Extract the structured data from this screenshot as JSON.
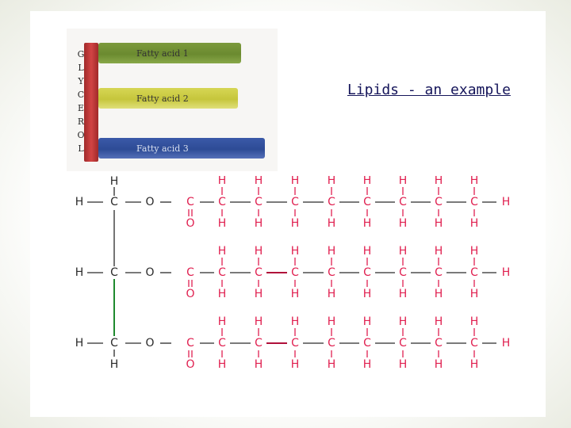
{
  "slide": {
    "title": "Lipids - an example"
  },
  "glycerol_figure": {
    "backbone_letters": [
      "G",
      "L",
      "Y",
      "C",
      "E",
      "R",
      "O",
      "L"
    ],
    "fatty_acid_labels": [
      "Fatty acid 1",
      "Fatty acid 2",
      "Fatty acid 3"
    ],
    "colors": {
      "glycerol": "#c23a3a",
      "fatty_acid_1": "#6f8d34",
      "fatty_acid_2": "#cccc44",
      "fatty_acid_3": "#34519c"
    }
  },
  "structure": {
    "colors": {
      "glycerol_atoms": "#2a2a2a",
      "fatty_acid_atoms": "#e02050",
      "glycerol_bond": "#1f8a2e"
    },
    "glycerol_atoms": [
      "H",
      "H",
      "C",
      "O",
      "H",
      "C",
      "O",
      "H",
      "C",
      "O",
      "H"
    ],
    "ester_atoms": [
      "C",
      "O"
    ],
    "chain_top_atom": "H",
    "chain_carbon": "C",
    "chain_bottom_atom": "H",
    "terminal_atom": "H",
    "rows": 3,
    "chain_carbons_per_row": 8
  }
}
